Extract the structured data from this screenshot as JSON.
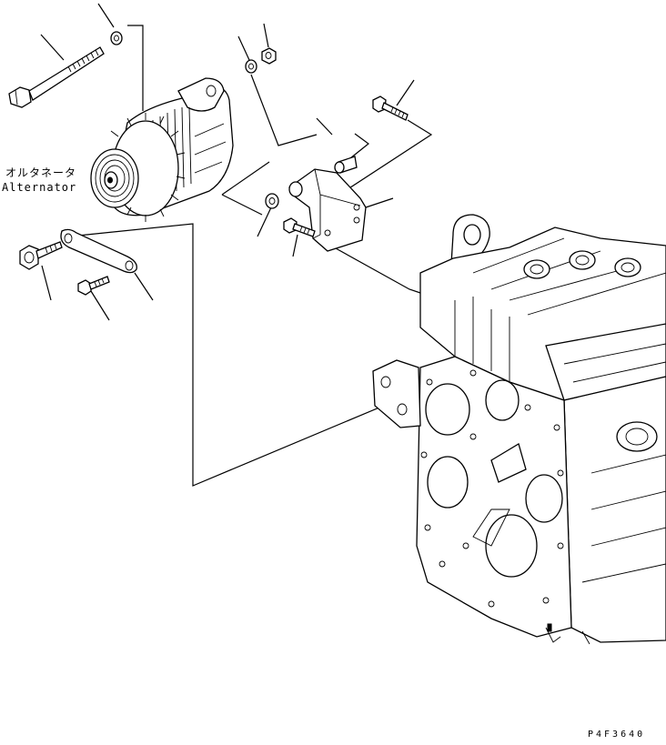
{
  "labels": {
    "alternator_jp": "オルタネータ",
    "alternator_en": "Alternator",
    "drawing_code": "P4F3640"
  }
}
